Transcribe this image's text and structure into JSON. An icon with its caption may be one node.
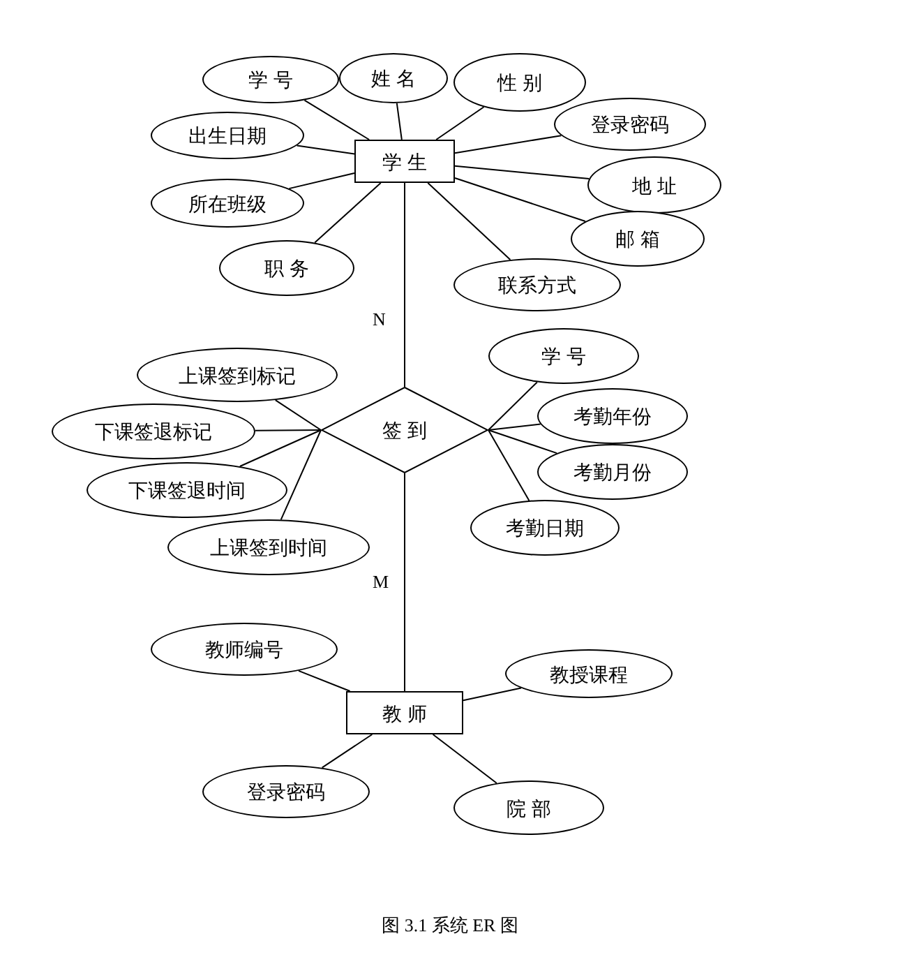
{
  "diagram": {
    "caption": "图 3.1 系统 ER 图",
    "nodes": [
      {
        "text": [
          "学 号"
        ]
      },
      {
        "text": [
          "姓 名"
        ]
      },
      {
        "text": [
          "性 别"
        ]
      },
      {
        "text": [
          "出生日期"
        ]
      },
      {
        "text": [
          "登录密码"
        ]
      },
      {
        "text": [
          "学 生"
        ]
      },
      {
        "text": [
          "地 址"
        ]
      },
      {
        "text": [
          "所在班级"
        ]
      },
      {
        "text": [
          "邮 箱"
        ]
      },
      {
        "text": [
          "职 务"
        ]
      },
      {
        "text": [
          "联系方式"
        ]
      },
      {
        "text": [
          "学 号"
        ]
      },
      {
        "text": [
          "上课签到标记"
        ]
      },
      {
        "text": [
          "考勤年份"
        ]
      },
      {
        "text": [
          "下课签退标记"
        ]
      },
      {
        "text": [
          "签 到"
        ]
      },
      {
        "text": [
          "考勤月份"
        ]
      },
      {
        "text": [
          "下课签退时间"
        ]
      },
      {
        "text": [
          "考勤日期"
        ]
      },
      {
        "text": [
          "上课签到时间"
        ]
      },
      {
        "text": [
          "教师编号"
        ]
      },
      {
        "text": [
          "教授课程"
        ]
      },
      {
        "text": [
          "教 师"
        ]
      },
      {
        "text": [
          "登录密码"
        ]
      },
      {
        "text": [
          "院 部"
        ]
      }
    ],
    "edges": [
      {
        "from": 5,
        "to": 0,
        "arrow": "none"
      },
      {
        "from": 5,
        "to": 1,
        "arrow": "none"
      },
      {
        "from": 5,
        "to": 2,
        "arrow": "none"
      },
      {
        "from": 5,
        "to": 3,
        "arrow": "none"
      },
      {
        "from": 5,
        "to": 4,
        "arrow": "none"
      },
      {
        "from": 5,
        "to": 6,
        "arrow": "none"
      },
      {
        "from": 5,
        "to": 7,
        "arrow": "none"
      },
      {
        "from": 5,
        "to": 8,
        "arrow": "none"
      },
      {
        "from": 5,
        "to": 9,
        "arrow": "none"
      },
      {
        "from": 5,
        "to": 10,
        "arrow": "none"
      },
      {
        "from": 5,
        "to": 15,
        "arrow": "none",
        "label": "N"
      },
      {
        "from": 15,
        "to": 11,
        "arrow": "none"
      },
      {
        "from": 15,
        "to": 12,
        "arrow": "none"
      },
      {
        "from": 15,
        "to": 13,
        "arrow": "none"
      },
      {
        "from": 15,
        "to": 14,
        "arrow": "none"
      },
      {
        "from": 15,
        "to": 16,
        "arrow": "none"
      },
      {
        "from": 15,
        "to": 17,
        "arrow": "none"
      },
      {
        "from": 15,
        "to": 18,
        "arrow": "none"
      },
      {
        "from": 15,
        "to": 19,
        "arrow": "none"
      },
      {
        "from": 15,
        "to": 22,
        "arrow": "none",
        "label": "M"
      },
      {
        "from": 22,
        "to": 20,
        "arrow": "none"
      },
      {
        "from": 22,
        "to": 21,
        "arrow": "none"
      },
      {
        "from": 22,
        "to": 23,
        "arrow": "none"
      },
      {
        "from": 22,
        "to": 24,
        "arrow": "none"
      }
    ]
  }
}
